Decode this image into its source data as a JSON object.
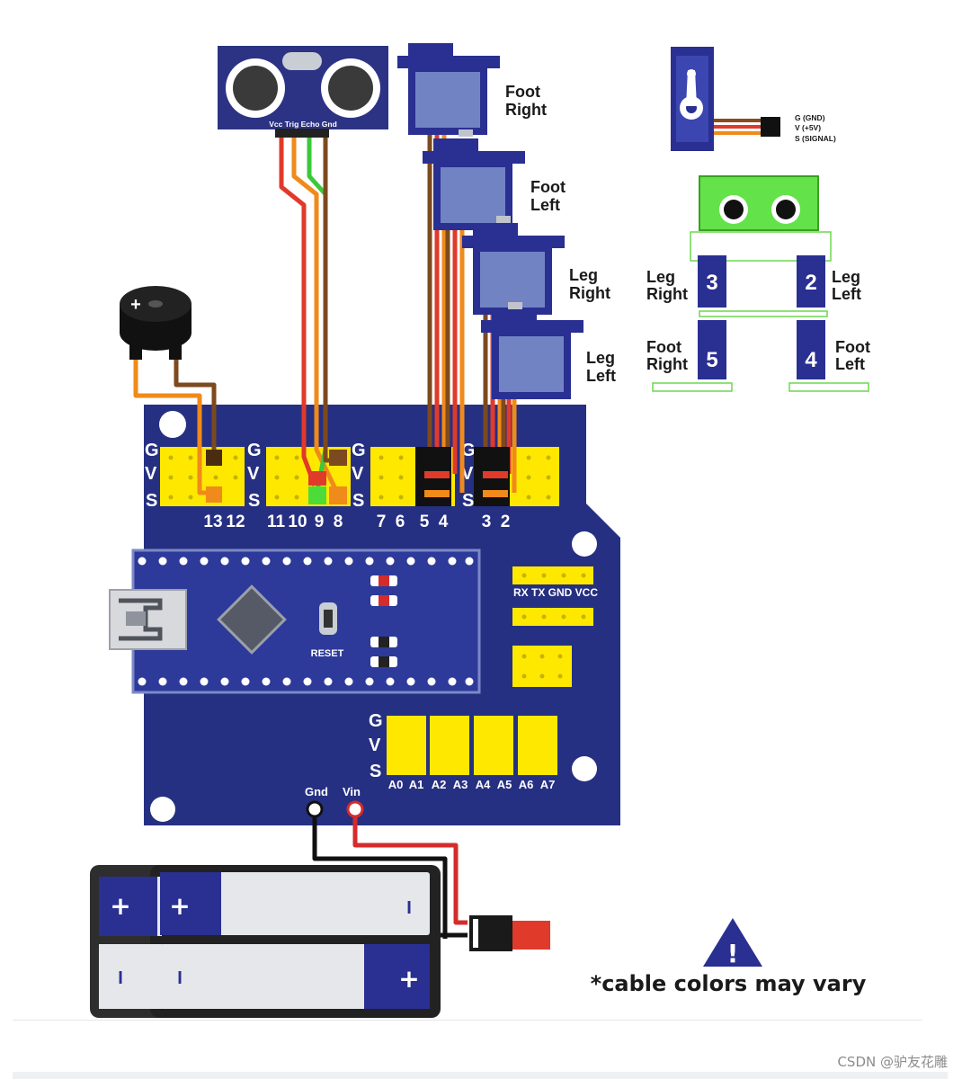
{
  "sensor": {
    "pins": "Vcc Trig Echo Gnd"
  },
  "servo_callouts": {
    "foot_right": [
      "Foot",
      "Right"
    ],
    "foot_left": [
      "Foot",
      "Left"
    ],
    "leg_right": [
      "Leg",
      "Right"
    ],
    "leg_left": [
      "Leg",
      "Left"
    ]
  },
  "servo_legend": {
    "lines": [
      "G (GND)",
      "V (+5V)",
      "S (SIGNAL)"
    ]
  },
  "robot": {
    "leg_right": [
      "Leg",
      "Right"
    ],
    "leg_left": [
      "Leg",
      "Left"
    ],
    "foot_right": [
      "Foot",
      "Right"
    ],
    "foot_left": [
      "Foot",
      "Left"
    ],
    "num_leg_right": "3",
    "num_leg_left": "2",
    "num_foot_right": "5",
    "num_foot_left": "4"
  },
  "board": {
    "gvs": [
      "G",
      "V",
      "S"
    ],
    "digital_pins": [
      "13",
      "12",
      "11",
      "10",
      "9",
      "8",
      "7",
      "6",
      "5",
      "4",
      "3",
      "2"
    ],
    "serial_header": "RX TX GND VCC",
    "reset_label": "RESET",
    "analog_pins": [
      "A0",
      "A1",
      "A2",
      "A3",
      "A4",
      "A5",
      "A6",
      "A7"
    ],
    "gnd_label": "Gnd",
    "vin_label": "Vin"
  },
  "battery": {
    "plus": "+",
    "minus": "I"
  },
  "warning": {
    "glyph": "!",
    "text": "*cable colors may vary"
  },
  "watermark": "CSDN @驴友花雕",
  "colors": {
    "board": "#263082",
    "header": "#ffe800",
    "servo": "#2a2f92",
    "robot_head": "#63e24a"
  }
}
